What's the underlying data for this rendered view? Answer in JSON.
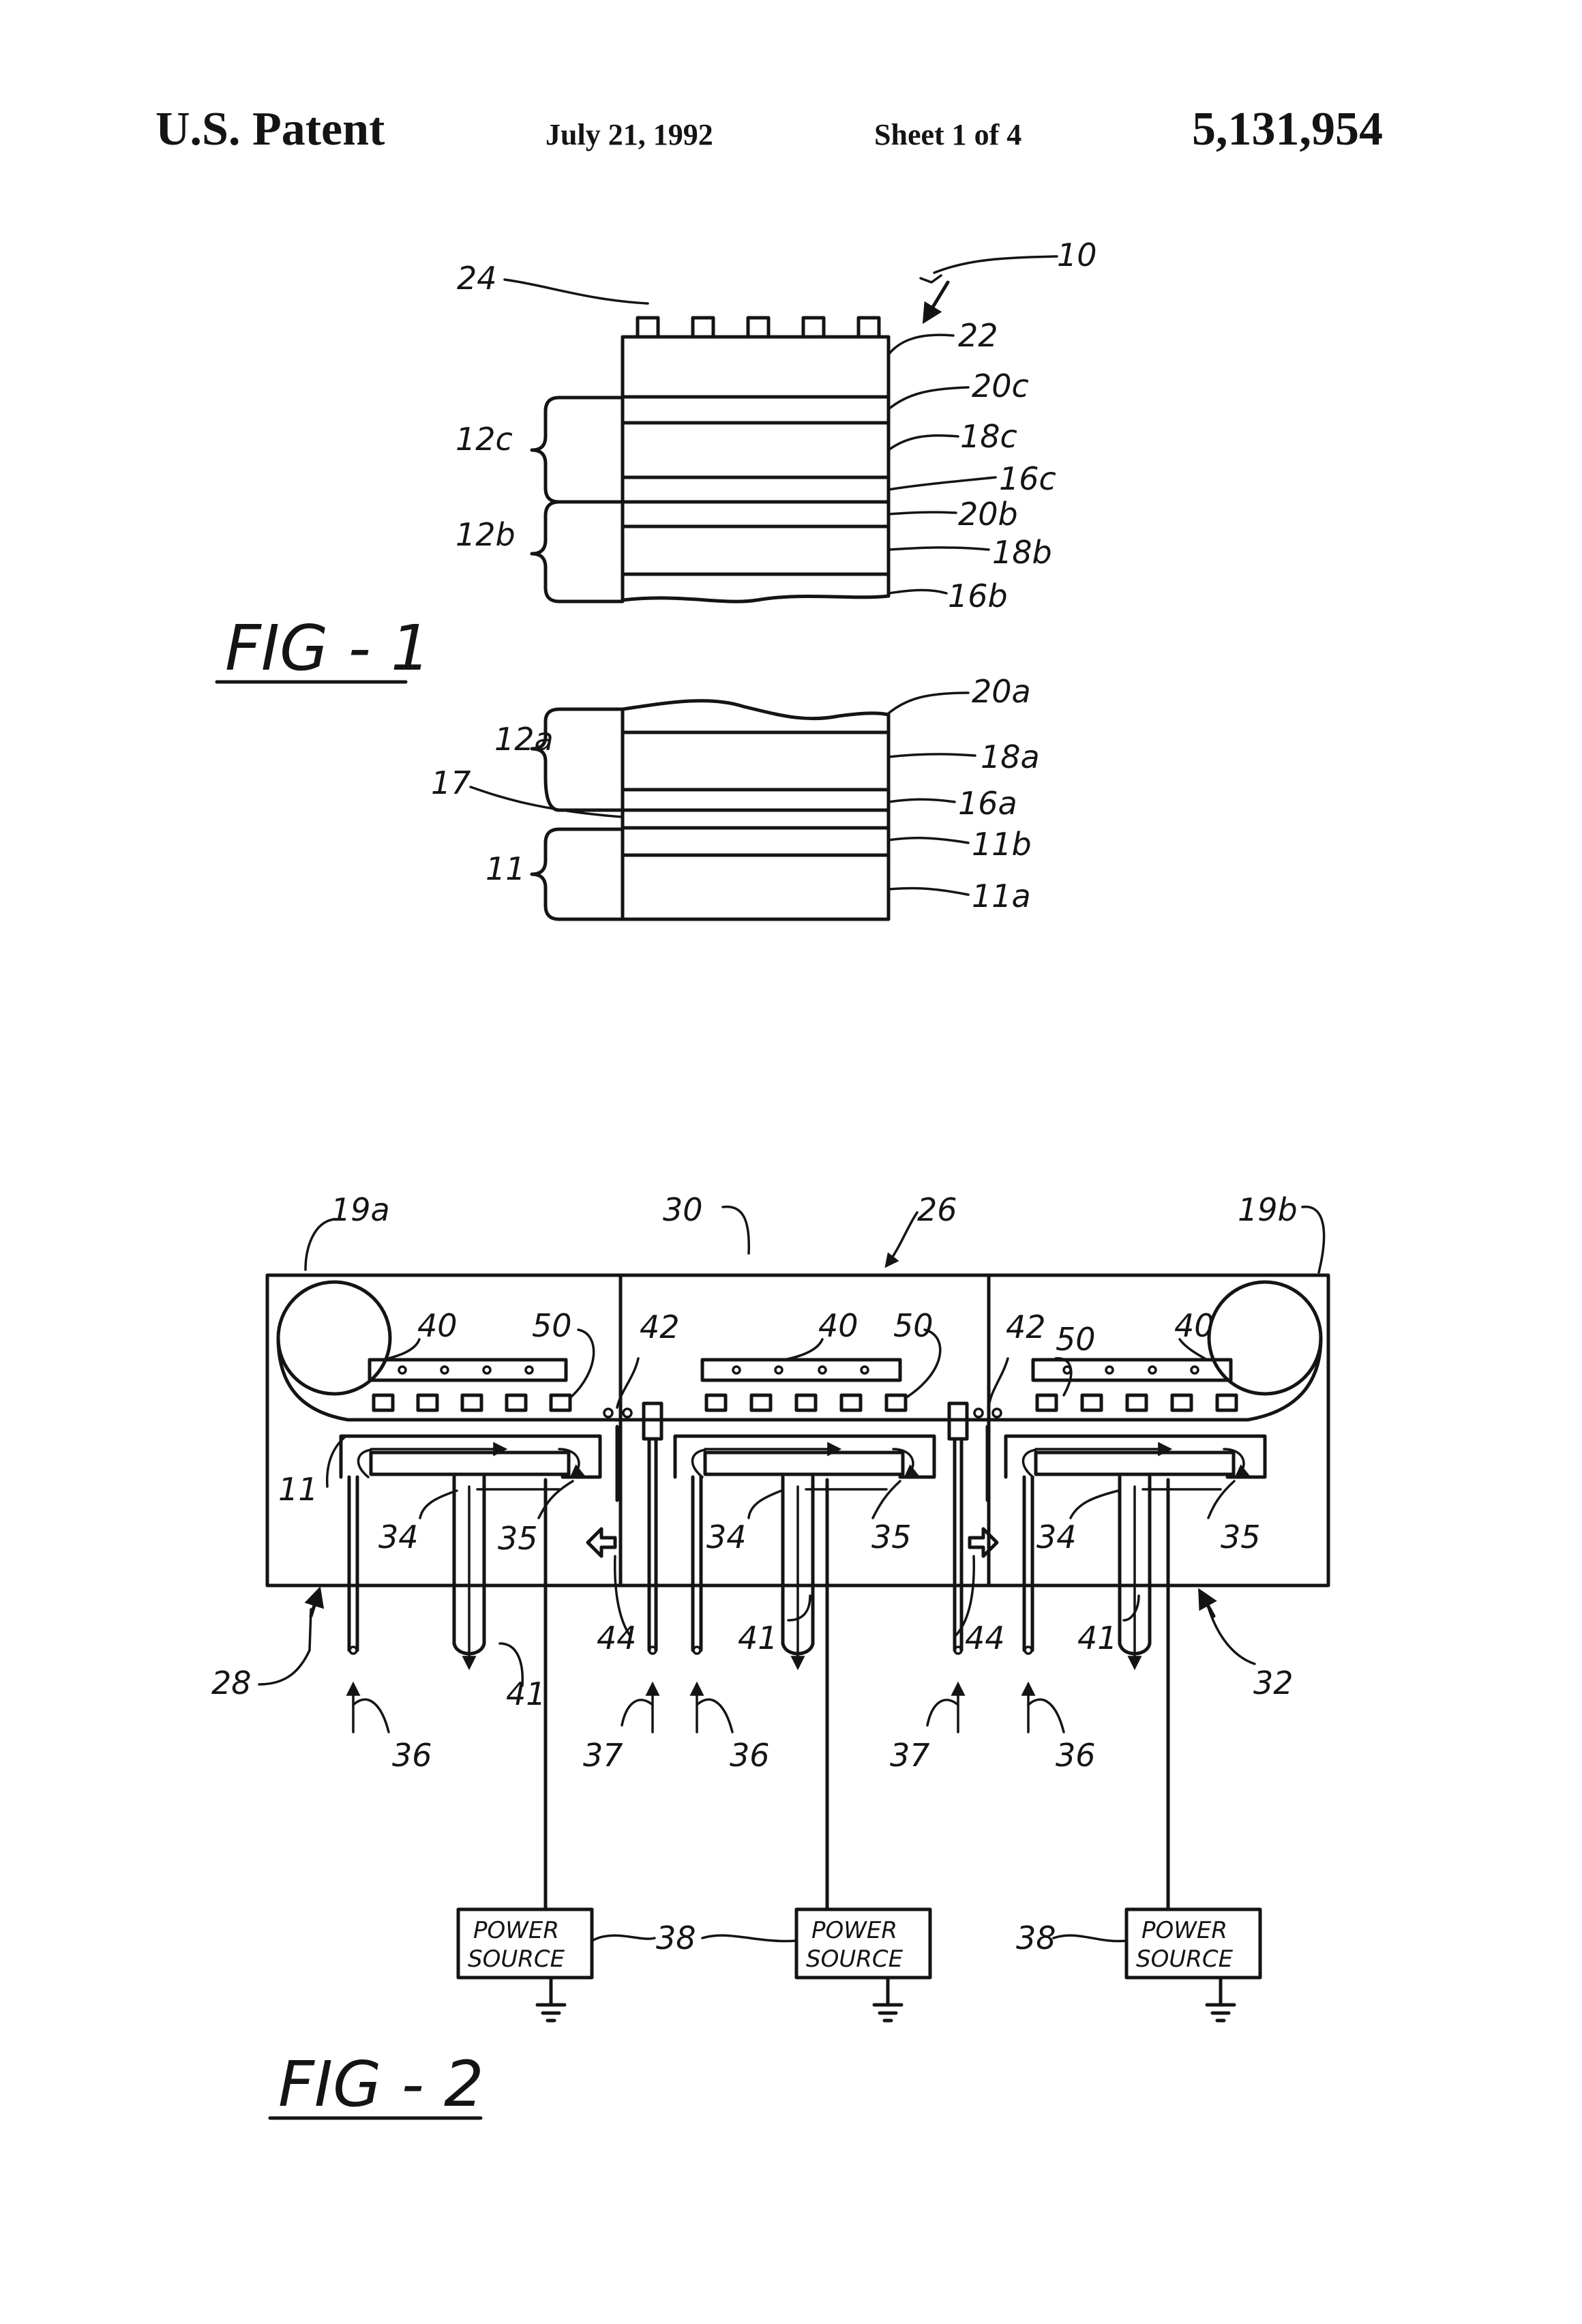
{
  "header": {
    "title": "U.S. Patent",
    "date": "July 21, 1992",
    "sheet": "Sheet 1 of 4",
    "number": "5,131,954"
  },
  "fig1": {
    "caption": "FIG - 1",
    "labels": {
      "l10": "10",
      "l24": "24",
      "l22": "22",
      "l20c": "20c",
      "l18c": "18c",
      "l16c": "16c",
      "l20b": "20b",
      "l18b": "18b",
      "l16b": "16b",
      "l12c": "12c",
      "l12b": "12b",
      "l20a": "20a",
      "l18a": "18a",
      "l16a": "16a",
      "l11b": "11b",
      "l11a": "11a",
      "l12a": "12a",
      "l17": "17",
      "l11": "11"
    }
  },
  "fig2": {
    "caption": "FIG - 2",
    "labels": {
      "l19a": "19a",
      "l30": "30",
      "l26": "26",
      "l19b": "19b",
      "l40": "40",
      "l50": "50",
      "l42": "42",
      "l11": "11",
      "l34": "34",
      "l35": "35",
      "l44": "44",
      "l41": "41",
      "l28": "28",
      "l32": "32",
      "l36": "36",
      "l37": "37",
      "l38": "38"
    },
    "power_source": {
      "line1": "POWER",
      "line2": "SOURCE"
    }
  }
}
